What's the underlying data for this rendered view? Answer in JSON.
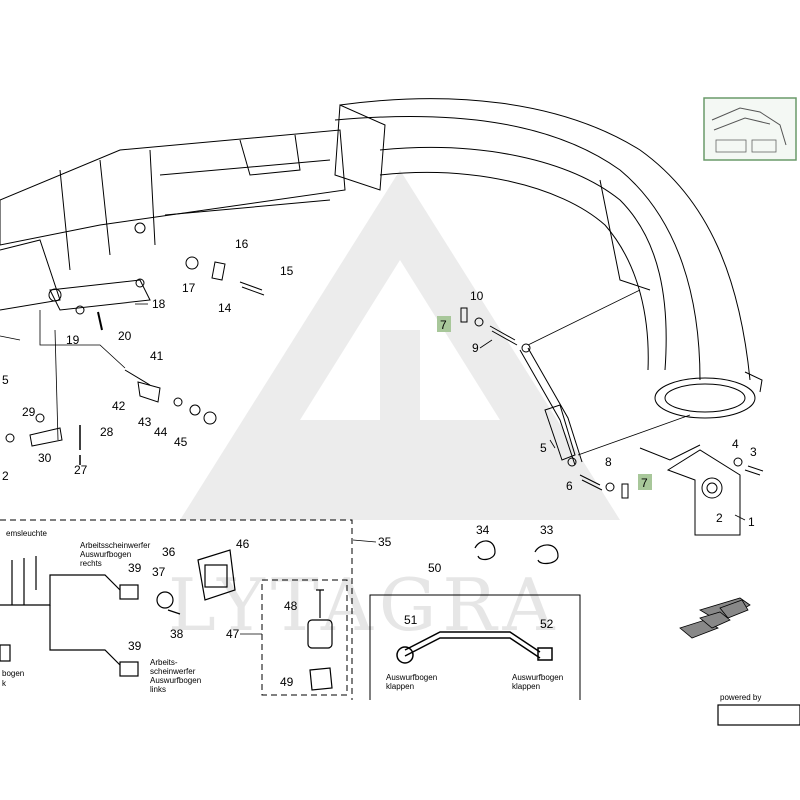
{
  "parts": [
    {
      "id": "p1",
      "label": "1"
    },
    {
      "id": "p2",
      "label": "2"
    },
    {
      "id": "p3",
      "label": "3"
    },
    {
      "id": "p4",
      "label": "4"
    },
    {
      "id": "p5",
      "label": "5"
    },
    {
      "id": "p6",
      "label": "6"
    },
    {
      "id": "p7a",
      "label": "7",
      "highlight": true
    },
    {
      "id": "p7b",
      "label": "7",
      "highlight": true
    },
    {
      "id": "p8",
      "label": "8"
    },
    {
      "id": "p9",
      "label": "9"
    },
    {
      "id": "p10",
      "label": "10"
    },
    {
      "id": "p14",
      "label": "14"
    },
    {
      "id": "p15",
      "label": "15"
    },
    {
      "id": "p16",
      "label": "16"
    },
    {
      "id": "p17",
      "label": "17"
    },
    {
      "id": "p18",
      "label": "18"
    },
    {
      "id": "p19",
      "label": "19"
    },
    {
      "id": "p20",
      "label": "20"
    },
    {
      "id": "p27",
      "label": "27"
    },
    {
      "id": "p28",
      "label": "28"
    },
    {
      "id": "p29",
      "label": "29"
    },
    {
      "id": "p30",
      "label": "30"
    },
    {
      "id": "p33",
      "label": "33"
    },
    {
      "id": "p34",
      "label": "34"
    },
    {
      "id": "p35",
      "label": "35"
    },
    {
      "id": "p36",
      "label": "36"
    },
    {
      "id": "p37",
      "label": "37"
    },
    {
      "id": "p38",
      "label": "38"
    },
    {
      "id": "p39a",
      "label": "39"
    },
    {
      "id": "p39b",
      "label": "39"
    },
    {
      "id": "p41",
      "label": "41"
    },
    {
      "id": "p42",
      "label": "42"
    },
    {
      "id": "p43",
      "label": "43"
    },
    {
      "id": "p44",
      "label": "44"
    },
    {
      "id": "p45",
      "label": "45"
    },
    {
      "id": "p46",
      "label": "46"
    },
    {
      "id": "p47",
      "label": "47"
    },
    {
      "id": "p48",
      "label": "48"
    },
    {
      "id": "p49",
      "label": "49"
    },
    {
      "id": "p50",
      "label": "50"
    },
    {
      "id": "p51",
      "label": "51"
    },
    {
      "id": "p52",
      "label": "52"
    }
  ],
  "text_labels": {
    "beams": "emsleuchte",
    "work_light_right_1": "Arbeitsscheinwerfer",
    "work_light_right_2": "Auswurfbogen",
    "work_light_right_3": "rechts",
    "work_light_left_1": "Arbeits-",
    "work_light_left_2": "scheinwerfer",
    "work_light_left_3": "Auswurfbogen",
    "work_light_left_4": "links",
    "bogen_left": "bogen",
    "bogen_left_2": "k",
    "chute_fold_left_1": "Auswurfbogen",
    "chute_fold_left_2": "klappen",
    "chute_fold_right_1": "Auswurfbogen",
    "chute_fold_right_2": "klappen",
    "powered_by": "powered by",
    "cut_numbers": {
      "a": "2",
      "b": "5"
    }
  },
  "watermark": "LYTAGRA",
  "colors": {
    "line": "#000000",
    "highlight_fill": "#a8c79a",
    "watermark": "#e6e6e6"
  }
}
